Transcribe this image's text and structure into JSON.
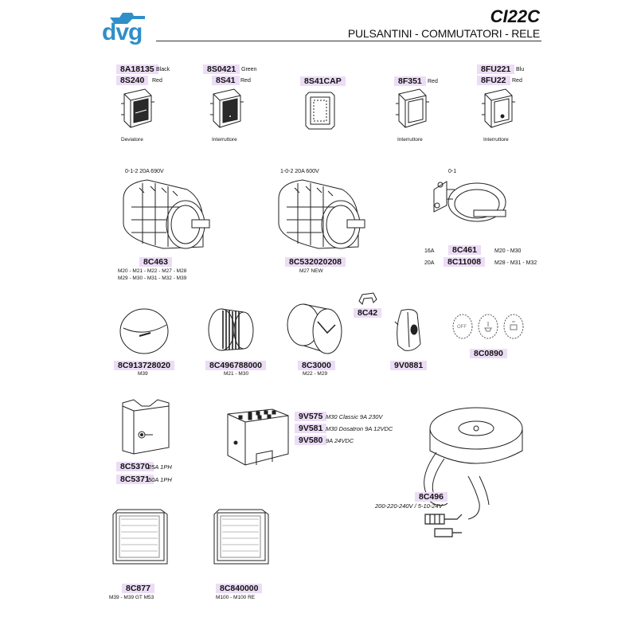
{
  "header": {
    "logo": "dvg",
    "page_code": "CI22C",
    "title": "PULSANTINI - COMMUTATORI - RELE"
  },
  "colors": {
    "highlight": "#ecdcf5",
    "logo": "#2f8fc9",
    "line": "#222222"
  },
  "row1": [
    {
      "codes": [
        {
          "code": "8A18135",
          "note": "Black"
        },
        {
          "code": "8S240",
          "note": "Red"
        }
      ],
      "caption": "Deviatore",
      "icon": "rocker-switch"
    },
    {
      "codes": [
        {
          "code": "8S0421",
          "note": "Green"
        },
        {
          "code": "8S41",
          "note": "Red"
        }
      ],
      "caption": "Interruttore",
      "icon": "rocker-switch"
    },
    {
      "codes": [
        {
          "code": "8S41CAP",
          "note": ""
        }
      ],
      "caption": "",
      "icon": "switch-cap"
    },
    {
      "codes": [
        {
          "code": "8F351",
          "note": "Red"
        }
      ],
      "caption": "Interruttore",
      "icon": "rocker-switch"
    },
    {
      "codes": [
        {
          "code": "8FU221",
          "note": "Blu"
        },
        {
          "code": "8FU22",
          "note": "Red"
        }
      ],
      "caption": "Interruttore",
      "icon": "rocker-switch"
    }
  ],
  "row2": {
    "left": {
      "rating": "0-1-2 20A 690V",
      "code": "8C463",
      "models_1": "M20 - M21 - M22 - M27 - M28",
      "models_2": "M29 - M30 - M31 - M32 - M39"
    },
    "mid": {
      "rating": "1-0-2 20A 600V",
      "code": "8C532020208",
      "models": "M27 NEW"
    },
    "right": {
      "position": "0-1",
      "rows": [
        {
          "amp": "16A",
          "code": "8C461",
          "models": "M20 - M30"
        },
        {
          "amp": "20A",
          "code": "8C11008",
          "models": "M28 - M31 - M32"
        }
      ]
    }
  },
  "row3": [
    {
      "code": "8C913728020",
      "models": "M39",
      "icon": "knob-round"
    },
    {
      "code": "8C496788000",
      "models": "M21 - M30",
      "icon": "knob-knurled"
    },
    {
      "code": "8C3000",
      "models": "M22 - M29",
      "icon": "knob-large"
    },
    {
      "code": "8C42",
      "models": "",
      "icon": "clip"
    },
    {
      "code": "9V0881",
      "models": "",
      "icon": "knob-pointer"
    },
    {
      "code": "8C0890",
      "models": "",
      "icon": "button-panel"
    }
  ],
  "row4": {
    "thermostat": {
      "rows": [
        {
          "code": "8C5370",
          "note": "25A 1PH"
        },
        {
          "code": "8C5371",
          "note": "50A 1PH"
        }
      ]
    },
    "relay": {
      "rows": [
        {
          "code": "9V575",
          "note": "M30 Classic 9A 230V"
        },
        {
          "code": "9V581",
          "note": "M30 Dosatron 9A 12VDC"
        },
        {
          "code": "9V580",
          "note": "9A 24VDC"
        }
      ]
    },
    "transformer": {
      "code": "8C496",
      "note": "200-220-240V / 5-10-24V"
    }
  },
  "row5": [
    {
      "code": "8C877",
      "models": "M39 - M39 GT M53",
      "icon": "display"
    },
    {
      "code": "8C840000",
      "models": "M100 - M100 RE",
      "icon": "display"
    }
  ]
}
